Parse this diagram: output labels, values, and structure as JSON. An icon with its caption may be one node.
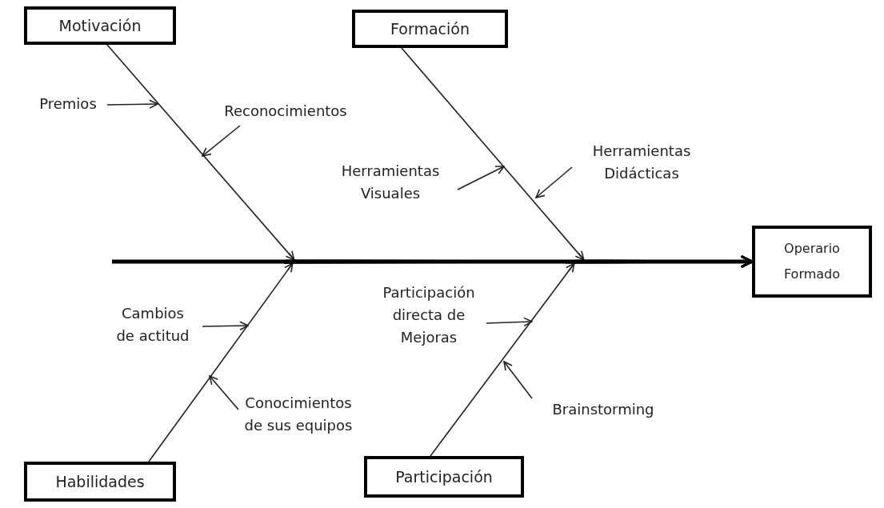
{
  "diagram": {
    "nodes": [
      {
        "text": [
          "Motivación"
        ]
      },
      {
        "text": [
          "Formación"
        ]
      },
      {
        "text": [
          "Habilidades"
        ]
      },
      {
        "text": [
          "Participación"
        ]
      },
      {
        "text": [
          "Operario Formado"
        ]
      },
      {
        "text": [
          "Premios"
        ]
      },
      {
        "text": [
          "Reconocimientos"
        ]
      },
      {
        "text": [
          "Herramientas Visuales"
        ]
      },
      {
        "text": [
          "Herramientas Didácticas"
        ]
      },
      {
        "text": [
          "Cambios de actitud"
        ]
      },
      {
        "text": [
          "Conocimientos de sus equipos"
        ]
      },
      {
        "text": [
          "Participación directa de Mejoras"
        ]
      },
      {
        "text": [
          "Brainstorming"
        ]
      }
    ],
    "edges": [
      {
        "from": null,
        "to": 4,
        "arrow": "to",
        "style": "thick"
      },
      {
        "from": 0,
        "to": 4,
        "arrow": "to"
      },
      {
        "from": 1,
        "to": 4,
        "arrow": "to"
      },
      {
        "from": 2,
        "to": 4,
        "arrow": "to"
      },
      {
        "from": 3,
        "to": 4,
        "arrow": "to"
      },
      {
        "from": 5,
        "to": null,
        "arrow": "to"
      },
      {
        "from": 6,
        "to": null,
        "arrow": "to"
      },
      {
        "from": 7,
        "to": null,
        "arrow": "to"
      },
      {
        "from": 8,
        "to": null,
        "arrow": "to"
      },
      {
        "from": 9,
        "to": null,
        "arrow": "to"
      },
      {
        "from": 10,
        "to": null,
        "arrow": "to"
      },
      {
        "from": 11,
        "to": null,
        "arrow": "to"
      },
      {
        "from": 12,
        "to": null,
        "arrow": "to"
      }
    ]
  }
}
